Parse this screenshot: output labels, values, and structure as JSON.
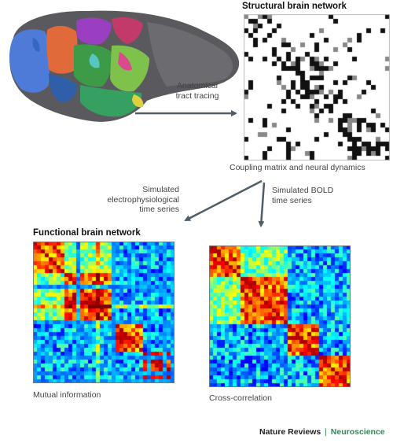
{
  "structural": {
    "title": "Structural brain network",
    "caption": "Coupling matrix and neural dynamics"
  },
  "arrows": {
    "anatomical": "Anatomical\ntract tracing",
    "electro": "Simulated\nelectrophysiological\ntime series",
    "bold": "Simulated BOLD\ntime series"
  },
  "functional": {
    "title": "Functional brain network"
  },
  "mutual": {
    "caption": "Mutual information"
  },
  "cross": {
    "caption": "Cross-correlation"
  },
  "footer": {
    "publication": "Nature Reviews",
    "separator": "|",
    "journal": "Neuroscience"
  },
  "colors": {
    "arrow": "#4f5d68",
    "journal": "#2e8b57",
    "matrix_black": "#111111",
    "matrix_gray": "#888888"
  }
}
